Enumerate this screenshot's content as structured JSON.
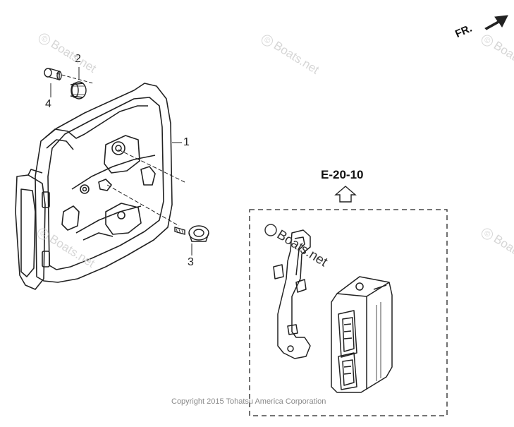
{
  "callouts": {
    "part_1": "1",
    "part_2": "2",
    "part_3": "3",
    "part_4": "4"
  },
  "reference": {
    "label": "E-20-10"
  },
  "direction": {
    "label": "FR."
  },
  "watermark": {
    "text": "Boats.net",
    "symbol": "©"
  },
  "copyright": "Copyright 2015 Tohatsu America Corporation",
  "colors": {
    "line": "#222222",
    "watermark": "#d6d6d6",
    "copyright": "#8a8a8a"
  }
}
